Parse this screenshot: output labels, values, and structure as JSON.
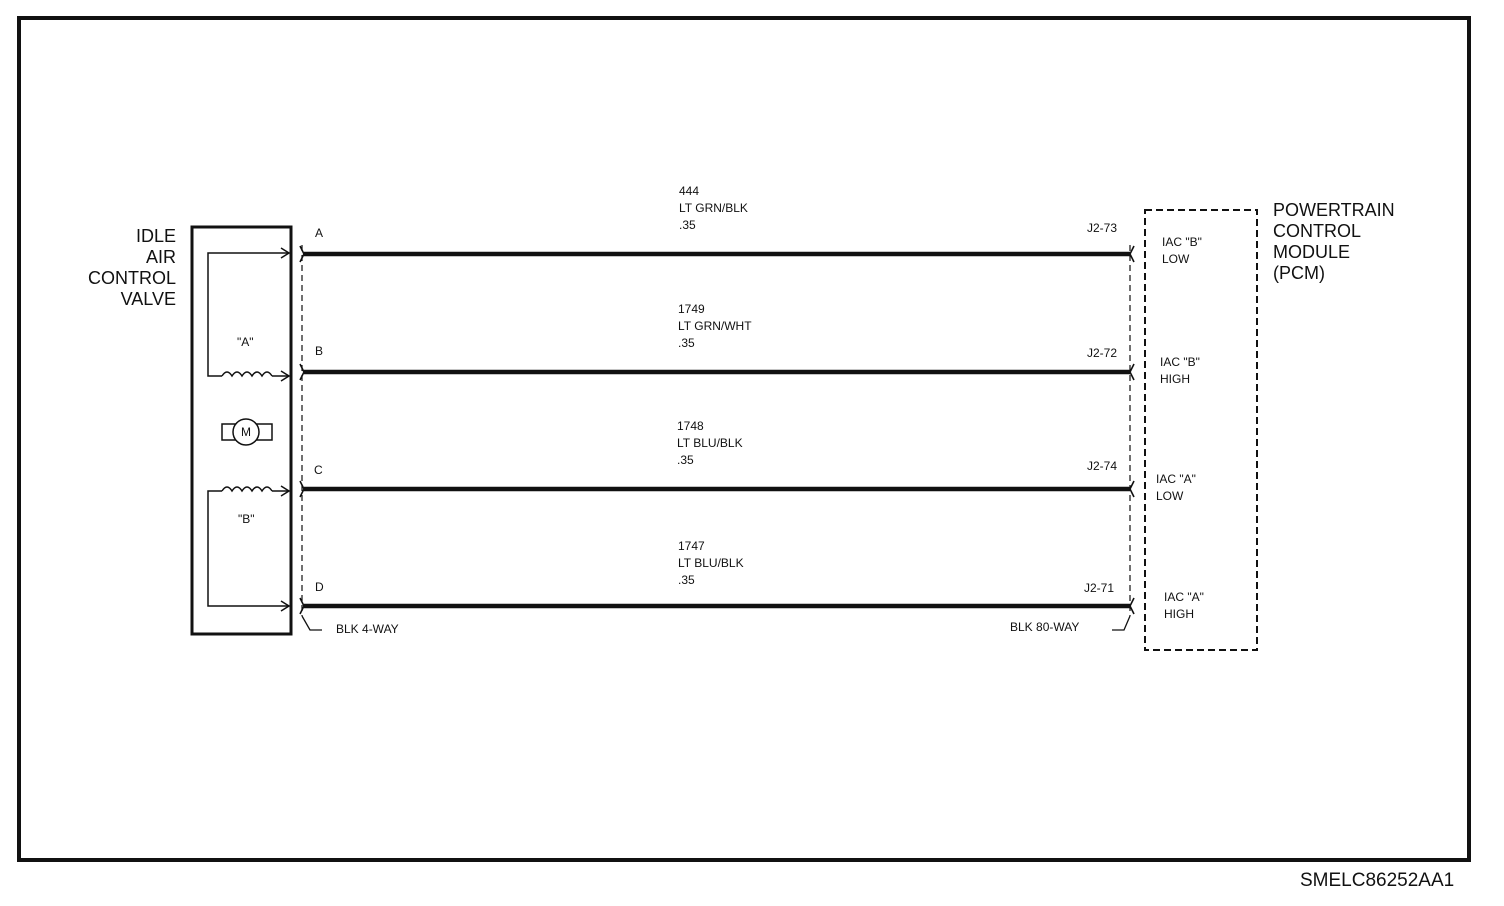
{
  "component": {
    "label_lines": [
      "IDLE",
      "AIR",
      "CONTROL",
      "VALVE"
    ]
  },
  "pcm": {
    "label_lines": [
      "POWERTRAIN",
      "CONTROL",
      "MODULE",
      "(PCM)"
    ]
  },
  "coils": [
    {
      "label": "\"A\""
    },
    {
      "label": "\"B\""
    }
  ],
  "motor": {
    "symbol": "M"
  },
  "circuits": [
    {
      "circuit": "444",
      "color": "LT GRN/BLK",
      "gauge": ".35",
      "valve_pin": "A",
      "pcm_pin": "J2-73",
      "signal_lines": [
        "IAC \"B\"",
        "LOW"
      ]
    },
    {
      "circuit": "1749",
      "color": "LT GRN/WHT",
      "gauge": ".35",
      "valve_pin": "B",
      "pcm_pin": "J2-72",
      "signal_lines": [
        "IAC \"B\"",
        "HIGH"
      ]
    },
    {
      "circuit": "1748",
      "color": "LT BLU/BLK",
      "gauge": ".35",
      "valve_pin": "C",
      "pcm_pin": "J2-74",
      "signal_lines": [
        "IAC \"A\"",
        "LOW"
      ]
    },
    {
      "circuit": "1747",
      "color": "LT BLU/BLK",
      "gauge": ".35",
      "valve_pin": "D",
      "pcm_pin": "J2-71",
      "signal_lines": [
        "IAC \"A\"",
        "HIGH"
      ]
    }
  ],
  "connectors": {
    "valve": "BLK 4-WAY",
    "pcm": "BLK 80-WAY"
  },
  "figure_id": "SMELC86252AA1"
}
